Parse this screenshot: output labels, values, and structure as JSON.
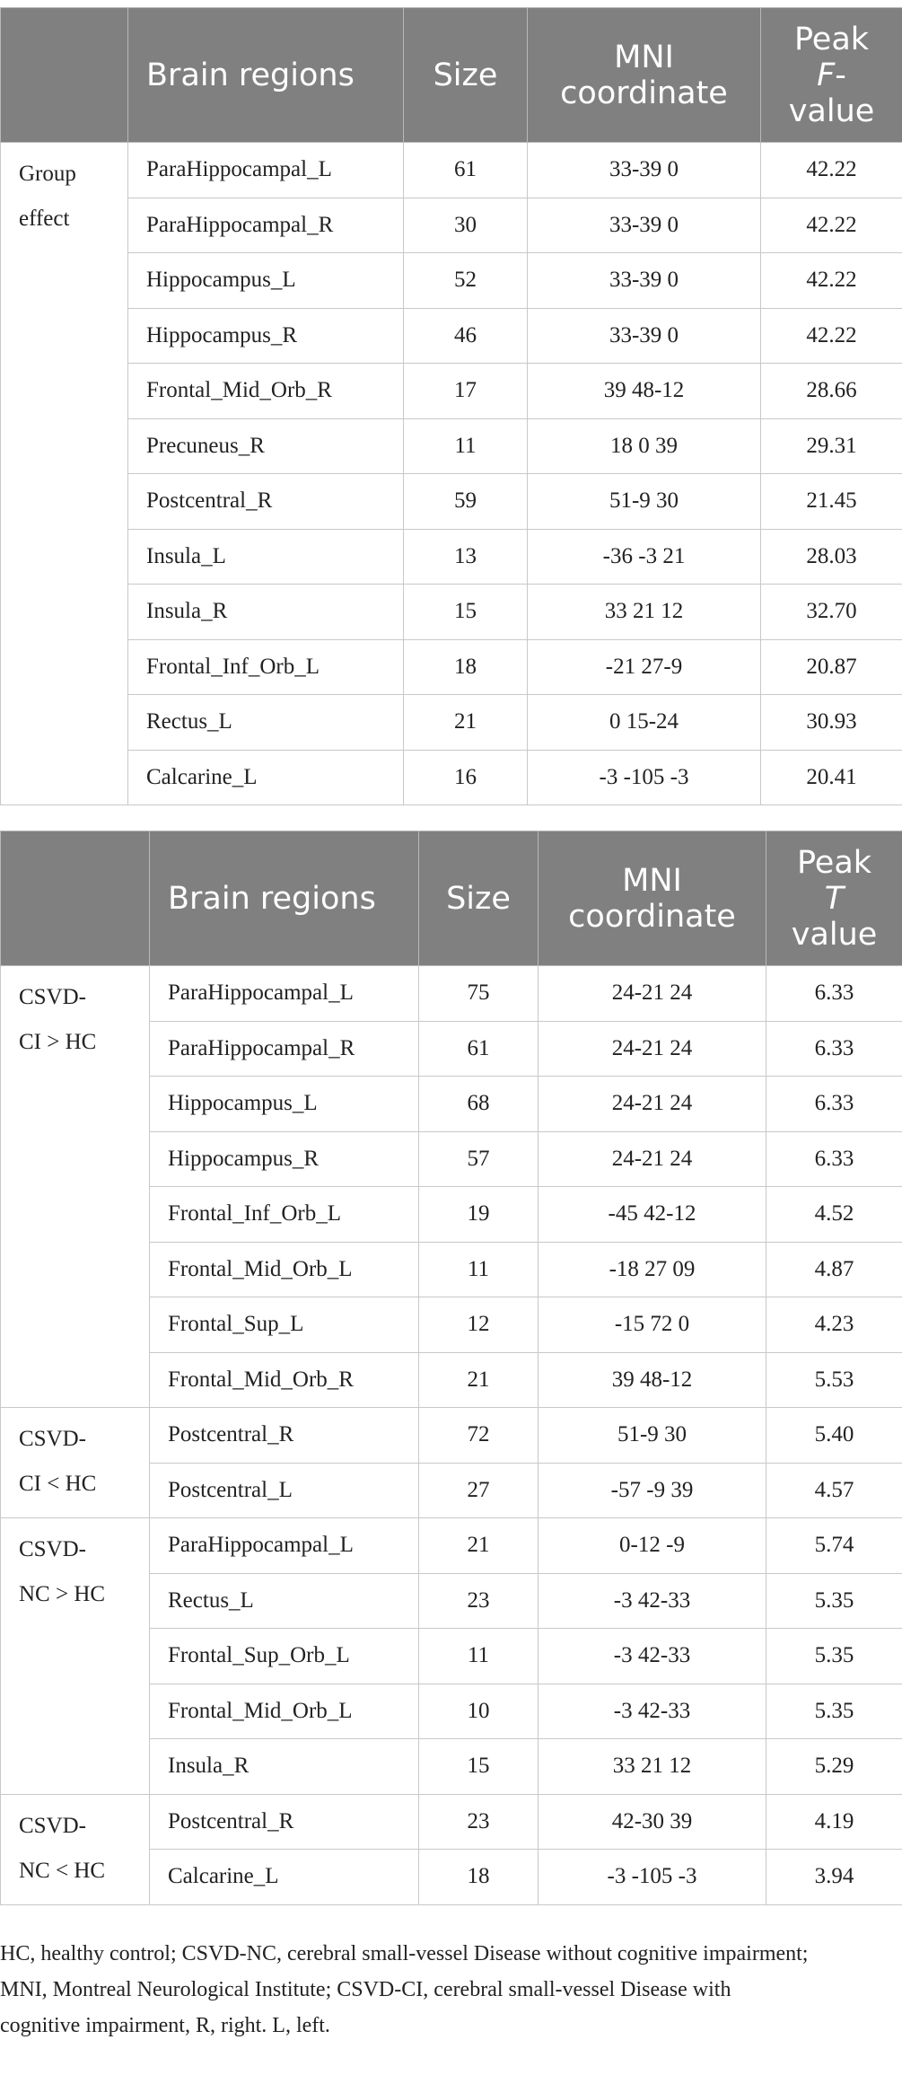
{
  "table1": {
    "headers": {
      "group": "",
      "region": "Brain regions",
      "size": "Size",
      "mni_line1": "MNI",
      "mni_line2": "coordinate",
      "peak_line1": "Peak",
      "peak_stat": "F",
      "peak_dash": "-",
      "peak_line3": "value"
    },
    "group_label": "Group effect",
    "rows": [
      {
        "region": "ParaHippocampal_L",
        "size": "61",
        "mni": "33-39 0",
        "peak": "42.22"
      },
      {
        "region": "ParaHippocampal_R",
        "size": "30",
        "mni": "33-39 0",
        "peak": "42.22"
      },
      {
        "region": "Hippocampus_L",
        "size": "52",
        "mni": "33-39 0",
        "peak": "42.22"
      },
      {
        "region": "Hippocampus_R",
        "size": "46",
        "mni": "33-39 0",
        "peak": "42.22"
      },
      {
        "region": "Frontal_Mid_Orb_R",
        "size": "17",
        "mni": "39 48-12",
        "peak": "28.66"
      },
      {
        "region": "Precuneus_R",
        "size": "11",
        "mni": "18 0 39",
        "peak": "29.31"
      },
      {
        "region": "Postcentral_R",
        "size": "59",
        "mni": "51-9 30",
        "peak": "21.45"
      },
      {
        "region": "Insula_L",
        "size": "13",
        "mni": "-36 -3 21",
        "peak": "28.03"
      },
      {
        "region": "Insula_R",
        "size": "15",
        "mni": "33 21 12",
        "peak": "32.70"
      },
      {
        "region": "Frontal_Inf_Orb_L",
        "size": "18",
        "mni": "-21 27-9",
        "peak": "20.87"
      },
      {
        "region": "Rectus_L",
        "size": "21",
        "mni": "0 15-24",
        "peak": "30.93"
      },
      {
        "region": "Calcarine_L",
        "size": "16",
        "mni": "-3 -105 -3",
        "peak": "20.41"
      }
    ]
  },
  "table2": {
    "headers": {
      "group": "",
      "region": "Brain regions",
      "size": "Size",
      "mni_line1": "MNI",
      "mni_line2": "coordinate",
      "peak_line1": "Peak",
      "peak_stat": "T",
      "peak_line3": "value"
    },
    "groups": [
      {
        "label_line1": "CSVD-",
        "label_line2": "CI > HC",
        "rows": [
          {
            "region": "ParaHippocampal_L",
            "size": "75",
            "mni": "24-21 24",
            "peak": "6.33"
          },
          {
            "region": "ParaHippocampal_R",
            "size": "61",
            "mni": "24-21 24",
            "peak": "6.33"
          },
          {
            "region": "Hippocampus_L",
            "size": "68",
            "mni": "24-21 24",
            "peak": "6.33"
          },
          {
            "region": "Hippocampus_R",
            "size": "57",
            "mni": "24-21 24",
            "peak": "6.33"
          },
          {
            "region": "Frontal_Inf_Orb_L",
            "size": "19",
            "mni": "-45 42-12",
            "peak": "4.52"
          },
          {
            "region": "Frontal_Mid_Orb_L",
            "size": "11",
            "mni": "-18 27 09",
            "peak": "4.87"
          },
          {
            "region": "Frontal_Sup_L",
            "size": "12",
            "mni": "-15 72 0",
            "peak": "4.23"
          },
          {
            "region": "Frontal_Mid_Orb_R",
            "size": "21",
            "mni": "39 48-12",
            "peak": "5.53"
          }
        ]
      },
      {
        "label_line1": "CSVD-",
        "label_line2": "CI < HC",
        "rows": [
          {
            "region": "Postcentral_R",
            "size": "72",
            "mni": "51-9 30",
            "peak": "5.40"
          },
          {
            "region": "Postcentral_L",
            "size": "27",
            "mni": "-57 -9 39",
            "peak": "4.57"
          }
        ]
      },
      {
        "label_line1": "CSVD-",
        "label_line2": "NC > HC",
        "rows": [
          {
            "region": "ParaHippocampal_L",
            "size": "21",
            "mni": "0-12 -9",
            "peak": "5.74"
          },
          {
            "region": "Rectus_L",
            "size": "23",
            "mni": "-3 42-33",
            "peak": "5.35"
          },
          {
            "region": "Frontal_Sup_Orb_L",
            "size": "11",
            "mni": "-3 42-33",
            "peak": "5.35"
          },
          {
            "region": "Frontal_Mid_Orb_L",
            "size": "10",
            "mni": "-3 42-33",
            "peak": "5.35"
          },
          {
            "region": "Insula_R",
            "size": "15",
            "mni": "33 21 12",
            "peak": "5.29"
          }
        ]
      },
      {
        "label_line1": "CSVD-",
        "label_line2": "NC < HC",
        "rows": [
          {
            "region": "Postcentral_R",
            "size": "23",
            "mni": "42-30 39",
            "peak": "4.19"
          },
          {
            "region": "Calcarine_L",
            "size": "18",
            "mni": "-3 -105 -3",
            "peak": "3.94"
          }
        ]
      }
    ]
  },
  "footnote": {
    "line1": "HC, healthy control; CSVD-NC, cerebral small-vessel Disease without cognitive impairment;",
    "line2": "MNI, Montreal Neurological Institute; CSVD-CI, cerebral small-vessel Disease with",
    "line3": "cognitive impairment, R, right. L, left."
  }
}
